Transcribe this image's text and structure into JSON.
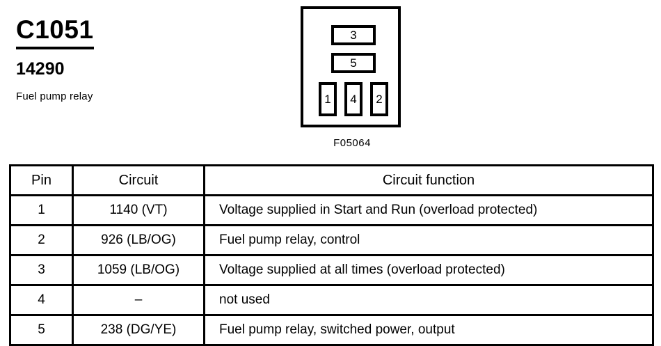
{
  "header": {
    "connector_id": "C1051",
    "part_number": "14290",
    "component_name": "Fuel pump relay"
  },
  "connector_figure": {
    "caption": "F05064",
    "pins": [
      {
        "label": "3",
        "shape": "wide-horizontal"
      },
      {
        "label": "5",
        "shape": "wide-horizontal"
      },
      {
        "label": "1",
        "shape": "narrow-vertical"
      },
      {
        "label": "4",
        "shape": "narrow-vertical"
      },
      {
        "label": "2",
        "shape": "narrow-vertical"
      }
    ]
  },
  "pin_table": {
    "columns": [
      "Pin",
      "Circuit",
      "Circuit function"
    ],
    "rows": [
      {
        "pin": "1",
        "circuit": "1140 (VT)",
        "function": "Voltage supplied in Start and Run (overload protected)"
      },
      {
        "pin": "2",
        "circuit": "926 (LB/OG)",
        "function": "Fuel pump relay, control"
      },
      {
        "pin": "3",
        "circuit": "1059 (LB/OG)",
        "function": "Voltage supplied at all times (overload protected)"
      },
      {
        "pin": "4",
        "circuit": "–",
        "function": "not used"
      },
      {
        "pin": "5",
        "circuit": "238 (DG/YE)",
        "function": "Fuel pump relay, switched power, output"
      }
    ]
  },
  "colors": {
    "ink": "#000000",
    "paper": "#ffffff"
  }
}
